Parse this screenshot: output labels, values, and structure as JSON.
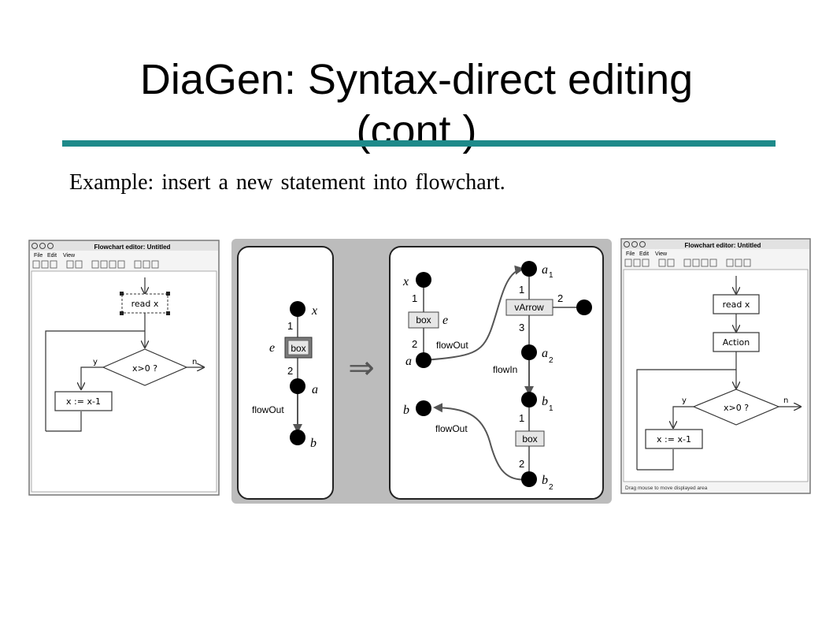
{
  "slide": {
    "title_line1": "DiaGen: Syntax-direct editing",
    "title_line2": "(cont.)",
    "subtitle": "Example: insert a new statement into flowchart.",
    "accent_color": "#1e8a8a"
  },
  "left_window": {
    "title": "Flowchart editor: Untitled",
    "menu": [
      "File",
      "Edit",
      "View"
    ],
    "nodes": {
      "statement": "read x",
      "decision": "x>0 ?",
      "assign": "x := x-1"
    },
    "branch_yes": "y",
    "branch_no": "n"
  },
  "lhs_graph": {
    "node_top": "x",
    "edge_label": "e",
    "box": "box",
    "port1": "1",
    "port2": "2",
    "node_mid": "a",
    "flow": "flowOut",
    "node_bottom": "b"
  },
  "arrow_glyph": "⇒",
  "rhs_graph": {
    "x": "x",
    "one_a": "1",
    "box": "box",
    "e": "e",
    "two_a": "2",
    "a": "a",
    "flowOut_top": "flowOut",
    "a1": "a",
    "a1_sub": "1",
    "one_b": "1",
    "varrow": "vArrow",
    "two_b": "2",
    "three": "3",
    "a2": "a",
    "a2_sub": "2",
    "flowIn": "flowIn",
    "b1": "b",
    "b1_sub": "1",
    "one_c": "1",
    "box2": "box",
    "two_c": "2",
    "b2": "b",
    "b2_sub": "2",
    "b": "b",
    "flowOut_bottom": "flowOut"
  },
  "right_window": {
    "title": "Flowchart editor: Untitled",
    "menu": [
      "File",
      "Edit",
      "View"
    ],
    "nodes": {
      "statement": "read x",
      "new_statement": "Action",
      "decision": "x>0 ?",
      "assign": "x := x-1"
    },
    "branch_yes": "y",
    "branch_no": "n",
    "status": "Drag mouse to move displayed area"
  }
}
